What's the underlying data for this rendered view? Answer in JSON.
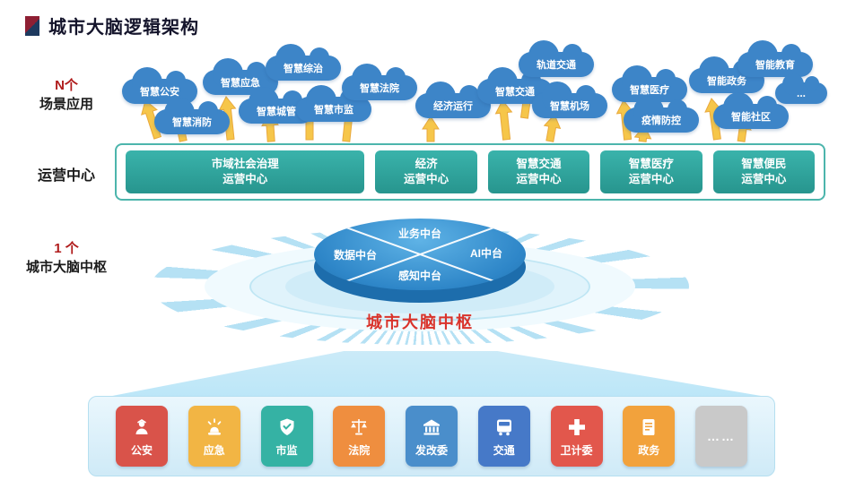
{
  "title": "城市大脑逻辑架构",
  "left_labels": {
    "scenario_count": "N个",
    "scenario_label": "场景应用",
    "ops_label": "运营中心",
    "hub_count": "1 个",
    "hub_label": "城市大脑中枢"
  },
  "clouds": [
    "智慧公安",
    "智慧消防",
    "智慧应急",
    "智慧城管",
    "智慧综治",
    "智慧市监",
    "智慧法院",
    "经济运行",
    "智慧交通",
    "轨道交通",
    "智慧机场",
    "智慧医疗",
    "疫情防控",
    "智能政务",
    "智能教育",
    "智能社区",
    "..."
  ],
  "ops_centers": [
    {
      "line1": "市域社会治理",
      "line2": "运营中心"
    },
    {
      "line1": "经济",
      "line2": "运营中心"
    },
    {
      "line1": "智慧交通",
      "line2": "运营中心"
    },
    {
      "line1": "智慧医疗",
      "line2": "运营中心"
    },
    {
      "line1": "智慧便民",
      "line2": "运营中心"
    }
  ],
  "platform": {
    "top": "业务中台",
    "left": "数据中台",
    "right": "AI中台",
    "bottom": "感知中台",
    "hub_label": "城市大脑中枢"
  },
  "departments": [
    {
      "label": "公安",
      "color": "#d9534a",
      "icon": "police-officer-icon"
    },
    {
      "label": "应急",
      "color": "#f2b544",
      "icon": "siren-icon"
    },
    {
      "label": "市监",
      "color": "#35b2a4",
      "icon": "shield-icon"
    },
    {
      "label": "法院",
      "color": "#ef8e3f",
      "icon": "scales-icon"
    },
    {
      "label": "发改委",
      "color": "#4a8ecb",
      "icon": "government-building-icon"
    },
    {
      "label": "交通",
      "color": "#4679c8",
      "icon": "bus-icon"
    },
    {
      "label": "卫计委",
      "color": "#e2574c",
      "icon": "medical-cross-icon"
    },
    {
      "label": "政务",
      "color": "#f2a23c",
      "icon": "document-icon"
    },
    {
      "label": "……",
      "color": "#c9c9c9",
      "icon": "ellipsis-icon"
    }
  ],
  "colors": {
    "cloud_blue": "#3d85c8",
    "ops_teal": "#2fa9a2",
    "arrow_gold": "#f6c64a",
    "hub_red": "#d9332b",
    "accent_red": "#b01c1c"
  }
}
